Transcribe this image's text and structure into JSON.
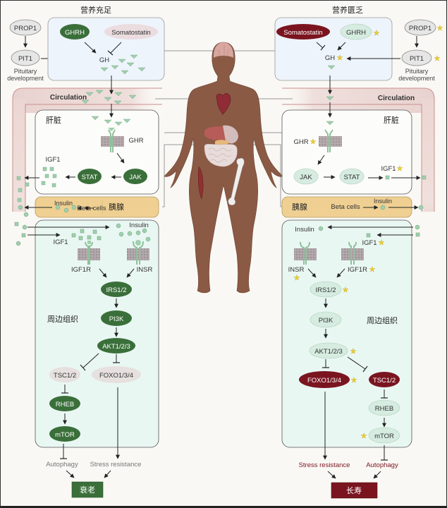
{
  "colors": {
    "dark_green": "#3a6f3a",
    "light_green": "#d6ece0",
    "dark_red": "#7a1520",
    "light_pink": "#eadcdf",
    "grey_node": "#e6e6e6",
    "pituitary_bg": "#eef4fb",
    "liver_bg": "#fcfcfa",
    "pancreas_bg": "#efd092",
    "peripheral_bg": "#e9f7f3",
    "circulation_bg": "#ecd6d3",
    "star": "#f2d22a",
    "ligand": "#9fd0ad"
  },
  "left": {
    "title": "营养充足",
    "prop1": "PROP1",
    "pit1": "PIT1",
    "pituitary_dev": [
      "Pituitary",
      "development"
    ],
    "ghrh": "GHRH",
    "somatostatin": "Somatostatin",
    "gh": "GH",
    "circulation": "Circulation",
    "liver": "肝脏",
    "ghr": "GHR",
    "jak": "JAK",
    "stat": "STAT",
    "igf1": "IGF1",
    "pancreas": "胰腺",
    "beta_cells": "Beta cells",
    "insulin": "Insulin",
    "peripheral": "周边组织",
    "igf1_peri": "IGF1",
    "insulin_peri": "Insulin",
    "igf1r": "IGF1R",
    "insr": "INSR",
    "irs": "IRS1/2",
    "pi3k": "PI3K",
    "akt": "AKT1/2/3",
    "tsc": "TSC1/2",
    "foxo": "FOXO1/3/4",
    "rheb": "RHEB",
    "mtor": "mTOR",
    "autophagy": "Autophagy",
    "stress": "Stress resistance",
    "outcome": "衰老"
  },
  "right": {
    "title": "营养匮乏",
    "prop1": "PROP1",
    "pit1": "PIT1",
    "pituitary_dev": [
      "Pituitary",
      "development"
    ],
    "ghrh": "GHRH",
    "somatostatin": "Somatostatin",
    "gh": "GH",
    "circulation": "Circulation",
    "liver": "肝脏",
    "ghr": "GHR",
    "jak": "JAK",
    "stat": "STAT",
    "igf1": "IGF1",
    "pancreas": "胰腺",
    "beta_cells": "Beta cells",
    "insulin": "Insulin",
    "peripheral": "周边组织",
    "igf1_peri": "IGF1",
    "insulin_peri": "Insulin",
    "igf1r": "IGF1R",
    "insr": "INSR",
    "irs": "IRS1/2",
    "pi3k": "PI3K",
    "akt": "AKT1/2/3",
    "tsc": "TSC1/2",
    "foxo": "FOXO1/3/4",
    "rheb": "RHEB",
    "mtor": "mTOR",
    "autophagy": "Autophagy",
    "stress": "Stress resistance",
    "outcome": "长寿"
  }
}
